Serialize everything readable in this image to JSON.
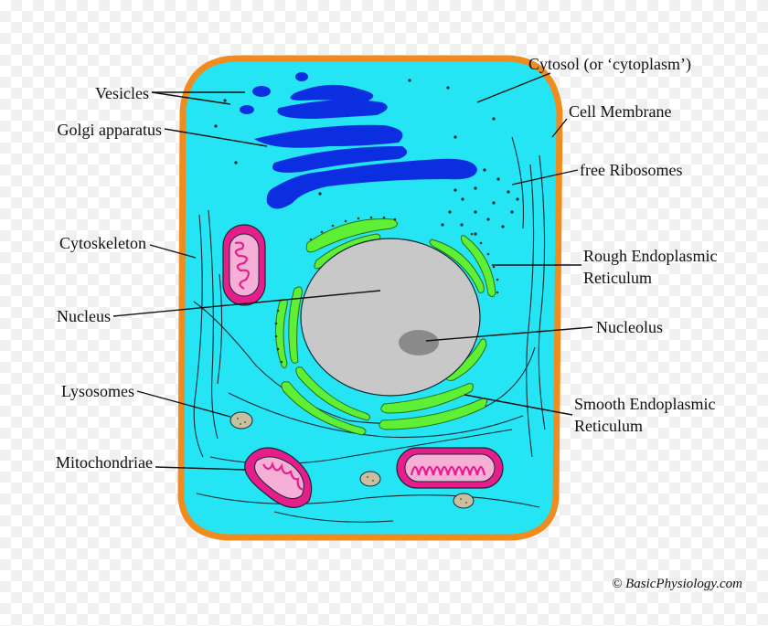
{
  "labels": {
    "vesicles": "Vesicles",
    "golgi": "Golgi apparatus",
    "cytoskeleton": "Cytoskeleton",
    "nucleus": "Nucleus",
    "lysosomes": "Lysosomes",
    "mitochondriae": "Mitochondriae",
    "cytosol": "Cytosol (or ‘cytoplasm’)",
    "cell_membrane": "Cell Membrane",
    "free_ribosomes": "free Ribosomes",
    "rough_er_line1": "Rough Endoplasmic",
    "rough_er_line2": "Reticulum",
    "nucleolus": "Nucleolus",
    "smooth_er_line1": "Smooth Endoplasmic",
    "smooth_er_line2": "Reticulum"
  },
  "copyright": "© BasicPhysiology.com",
  "colors": {
    "membrane": "#f08c1e",
    "cytosol": "#25e4f4",
    "golgi": "#0a2ee0",
    "nucleus": "#c8c8c8",
    "nucleolus": "#8a8a8a",
    "er": "#5ff035",
    "mitochondria_outer": "#e81d8c",
    "lysosome": "#c8bfa0"
  }
}
